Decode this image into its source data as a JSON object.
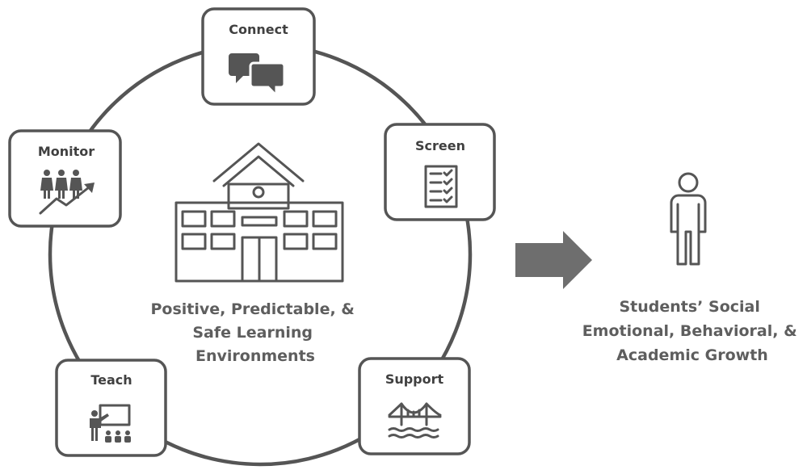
{
  "cards": {
    "connect": {
      "label": "Connect",
      "icon": "speech-bubbles-icon"
    },
    "screen": {
      "label": "Screen",
      "icon": "checklist-icon"
    },
    "monitor": {
      "label": "Monitor",
      "icon": "people-growth-chart-icon"
    },
    "teach": {
      "label": "Teach",
      "icon": "teacher-classroom-icon"
    },
    "support": {
      "label": "Support",
      "icon": "bridge-icon"
    }
  },
  "center": {
    "icon": "school-building-icon",
    "lines": [
      "Positive, Predictable, &",
      "Safe Learning",
      "Environments"
    ]
  },
  "arrow": {
    "icon": "right-arrow-icon"
  },
  "outcome": {
    "icon": "person-icon",
    "lines": [
      "Students’ Social",
      "Emotional, Behavioral, &",
      "Academic Growth"
    ]
  },
  "colors": {
    "stroke": "#555555",
    "text": "#5e5e5e",
    "arrow": "#6e6e6e"
  }
}
